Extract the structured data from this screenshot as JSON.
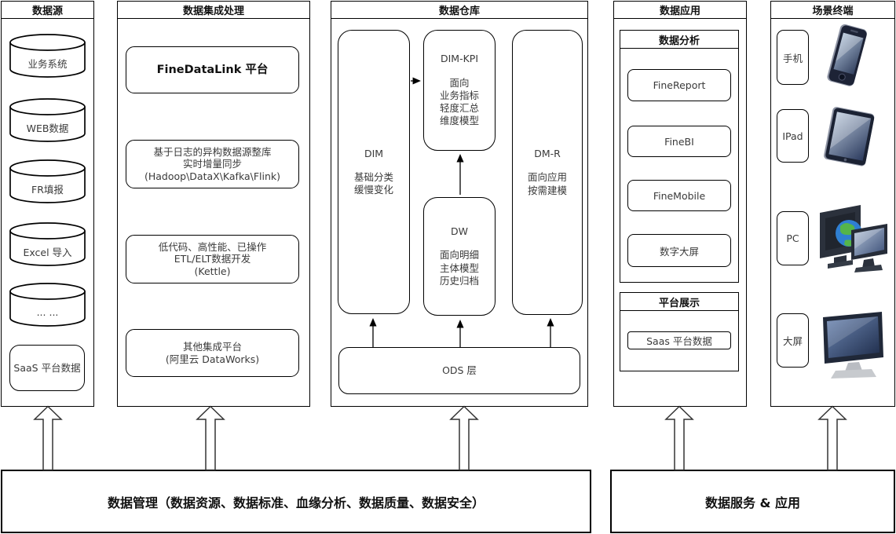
{
  "columns": {
    "sources": {
      "title": "数据源",
      "cylinders": [
        "业务系统",
        "WEB数据",
        "FR填报",
        "Excel 导入",
        "... ..."
      ],
      "saas_box": "SaaS 平台数据"
    },
    "integration": {
      "title": "数据集成处理",
      "box1": [
        "FineDataLink 平台"
      ],
      "box2": [
        "基于日志的异构数据源整库",
        "实时增量同步",
        "(Hadoop\\DataX\\Kafka\\Flink)"
      ],
      "box3": [
        "低代码、高性能、已操作",
        "ETL/ELT数据开发",
        "(Kettle)"
      ],
      "box4": [
        "其他集成平台",
        "(阿里云 DataWorks)"
      ]
    },
    "warehouse": {
      "title": "数据仓库",
      "dim": {
        "title": "DIM",
        "lines": [
          "基础分类",
          "缓慢变化"
        ]
      },
      "dim_kpi": {
        "title": "DIM-KPI",
        "lines": [
          "面向",
          "业务指标",
          "轻度汇总",
          "维度模型"
        ]
      },
      "dw": {
        "title": "DW",
        "lines": [
          "面向明细",
          "主体模型",
          "历史归档"
        ]
      },
      "dm_r": {
        "title": "DM-R",
        "lines": [
          "面向应用",
          "按需建模"
        ]
      },
      "ods": "ODS 层"
    },
    "application": {
      "title": "数据应用",
      "analysis": {
        "title": "数据分析",
        "items": [
          "FineReport",
          "FineBI",
          "FineMobile",
          "数字大屏"
        ]
      },
      "platform": {
        "title": "平台展示",
        "items": [
          "Saas 平台数据"
        ]
      }
    },
    "terminals": {
      "title": "场景终端",
      "items": [
        {
          "label": "手机",
          "icon": "smartphone-icon"
        },
        {
          "label": "IPad",
          "icon": "tablet-icon"
        },
        {
          "label": "PC",
          "icon": "desktop-pc-globe-icon"
        },
        {
          "label": "大屏",
          "icon": "large-screen-icon"
        }
      ]
    }
  },
  "footer": {
    "management": "数据管理（数据资源、数据标准、血缘分析、数据质量、数据安全）",
    "services": "数据服务 & 应用"
  },
  "colors": {
    "stroke": "#000000",
    "text": "#3a3a3a",
    "device_body": "#1f2636",
    "device_screen_light": "#a9bcd4",
    "device_screen_dark": "#2c3b5e",
    "globe_sea": "#2f7fd1",
    "globe_land": "#55b54a",
    "stand_gray": "#c2c5ca"
  }
}
